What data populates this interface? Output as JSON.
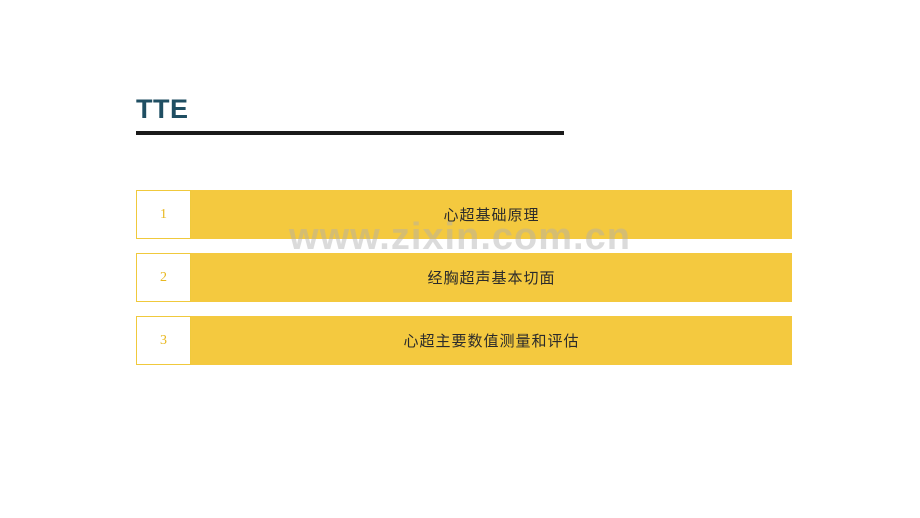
{
  "slide": {
    "title": "TTE",
    "accent_color": "#f4c93f",
    "title_color": "#1f4e62",
    "rule_color": "#1a1a1a",
    "watermark": "www.zixin.com.cn",
    "items": [
      {
        "number": "1",
        "label": "心超基础原理"
      },
      {
        "number": "2",
        "label": "经胸超声基本切面"
      },
      {
        "number": "3",
        "label": "心超主要数值测量和评估"
      }
    ]
  }
}
